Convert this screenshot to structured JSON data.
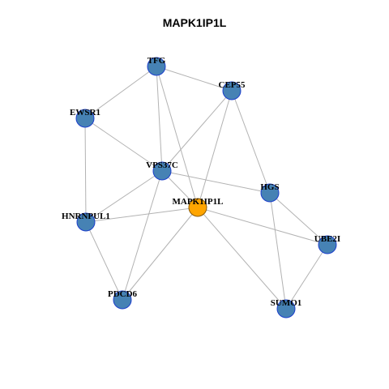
{
  "title": "MAPK1IP1L",
  "colors": {
    "center_node": "#FFA500",
    "center_stroke": "#8B5A00",
    "node": "#4682B4",
    "node_stroke": "#1C3FCC",
    "edge": "#B3B3B3"
  },
  "nodes": [
    {
      "id": "TFG",
      "label": "TFG",
      "center": false
    },
    {
      "id": "CEP55",
      "label": "CEP55",
      "center": false
    },
    {
      "id": "EWSR1",
      "label": "EWSR1",
      "center": false
    },
    {
      "id": "VPS37C",
      "label": "VPS37C",
      "center": false
    },
    {
      "id": "MAPK1IP1L",
      "label": "MAPK1IP1L",
      "center": true
    },
    {
      "id": "HGS",
      "label": "HGS",
      "center": false
    },
    {
      "id": "HNRNPUL1",
      "label": "HNRNPUL1",
      "center": false
    },
    {
      "id": "UBE2I",
      "label": "UBE2I",
      "center": false
    },
    {
      "id": "PDCD6",
      "label": "PDCD6",
      "center": false
    },
    {
      "id": "SUMO1",
      "label": "SUMO1",
      "center": false
    }
  ],
  "edges": [
    [
      "TFG",
      "CEP55"
    ],
    [
      "TFG",
      "EWSR1"
    ],
    [
      "TFG",
      "VPS37C"
    ],
    [
      "TFG",
      "MAPK1IP1L"
    ],
    [
      "CEP55",
      "VPS37C"
    ],
    [
      "CEP55",
      "MAPK1IP1L"
    ],
    [
      "CEP55",
      "HGS"
    ],
    [
      "EWSR1",
      "VPS37C"
    ],
    [
      "EWSR1",
      "HNRNPUL1"
    ],
    [
      "VPS37C",
      "MAPK1IP1L"
    ],
    [
      "VPS37C",
      "HGS"
    ],
    [
      "VPS37C",
      "HNRNPUL1"
    ],
    [
      "VPS37C",
      "PDCD6"
    ],
    [
      "MAPK1IP1L",
      "HNRNPUL1"
    ],
    [
      "MAPK1IP1L",
      "PDCD6"
    ],
    [
      "MAPK1IP1L",
      "SUMO1"
    ],
    [
      "MAPK1IP1L",
      "UBE2I"
    ],
    [
      "HGS",
      "UBE2I"
    ],
    [
      "HGS",
      "SUMO1"
    ],
    [
      "HNRNPUL1",
      "PDCD6"
    ],
    [
      "UBE2I",
      "SUMO1"
    ]
  ]
}
